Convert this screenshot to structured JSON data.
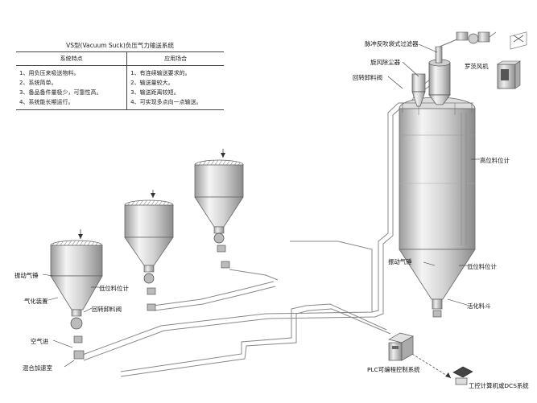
{
  "table": {
    "title": "VS型(Vacuum Suck)负压气力输送系统",
    "headers": [
      "系统特点",
      "应用场合"
    ],
    "features": [
      "1、用负压来吸送物料。",
      "2、系统简单。",
      "3、备品备件量极少，可靠性高。",
      "4、系统能长期运行。"
    ],
    "applications": [
      "1、有连续输送要求的。",
      "2、输送量较大。",
      "3、输送距离较短。",
      "4、可实现多点向一点输送。"
    ]
  },
  "labels": {
    "pulse_filter": "脉冲反吹袋式过滤器",
    "cyclone": "旋风除尘器",
    "rotary_valve_top": "回转卸料阀",
    "roots_blower": "罗茨风机",
    "high_level": "高位料位计",
    "vibrator_right": "振动气锤",
    "low_level_right": "低位料位计",
    "fluid_hopper": "活化料斗",
    "plc": "PLC可编程控制系统",
    "dcs": "工控计算机或DCS系统",
    "vibrator_left": "振动气锤",
    "aeration": "气化装置",
    "low_level_left": "低位料位计",
    "rotary_valve_left": "回转卸料阀",
    "air_inlet": "空气进",
    "mixing_chamber": "混合加速室"
  }
}
